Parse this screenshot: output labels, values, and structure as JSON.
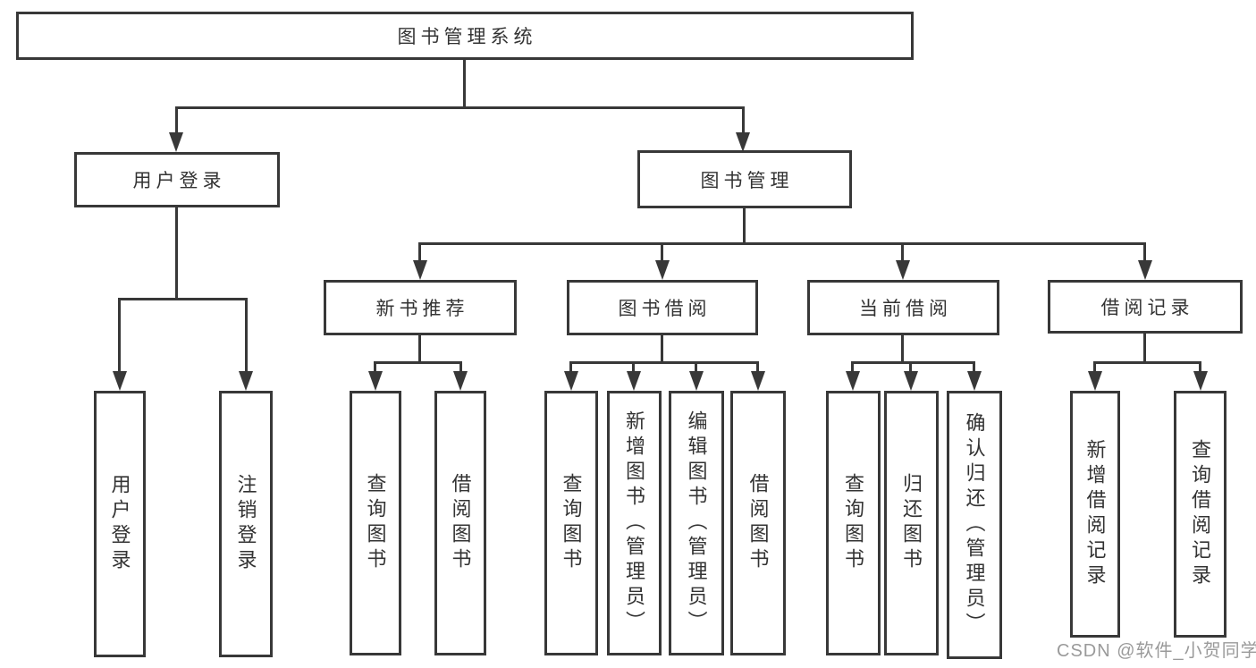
{
  "diagram": {
    "tree": {
      "label": "图书管理系统",
      "children": [
        {
          "label": "用户登录",
          "children": [
            {
              "label": "用户登录"
            },
            {
              "label": "注销登录"
            }
          ]
        },
        {
          "label": "图书管理",
          "children": [
            {
              "label": "新书推荐",
              "children": [
                {
                  "label": "查询图书"
                },
                {
                  "label": "借阅图书"
                }
              ]
            },
            {
              "label": "图书借阅",
              "children": [
                {
                  "label": "查询图书"
                },
                {
                  "label": "新增图书（管理员）"
                },
                {
                  "label": "编辑图书（管理员）"
                },
                {
                  "label": "借阅图书"
                }
              ]
            },
            {
              "label": "当前借阅",
              "children": [
                {
                  "label": "查询图书"
                },
                {
                  "label": "归还图书"
                },
                {
                  "label": "确认归还（管理员）"
                }
              ]
            },
            {
              "label": "借阅记录",
              "children": [
                {
                  "label": "新增借阅记录"
                },
                {
                  "label": "查询借阅记录"
                }
              ]
            }
          ]
        }
      ]
    },
    "watermark": "CSDN @软件_小贺同学",
    "colors": {
      "line": "#383838",
      "text": "#333333",
      "node_fill": "#ffffff",
      "background": "#ffffff",
      "watermark": "#9a9a9a"
    }
  }
}
